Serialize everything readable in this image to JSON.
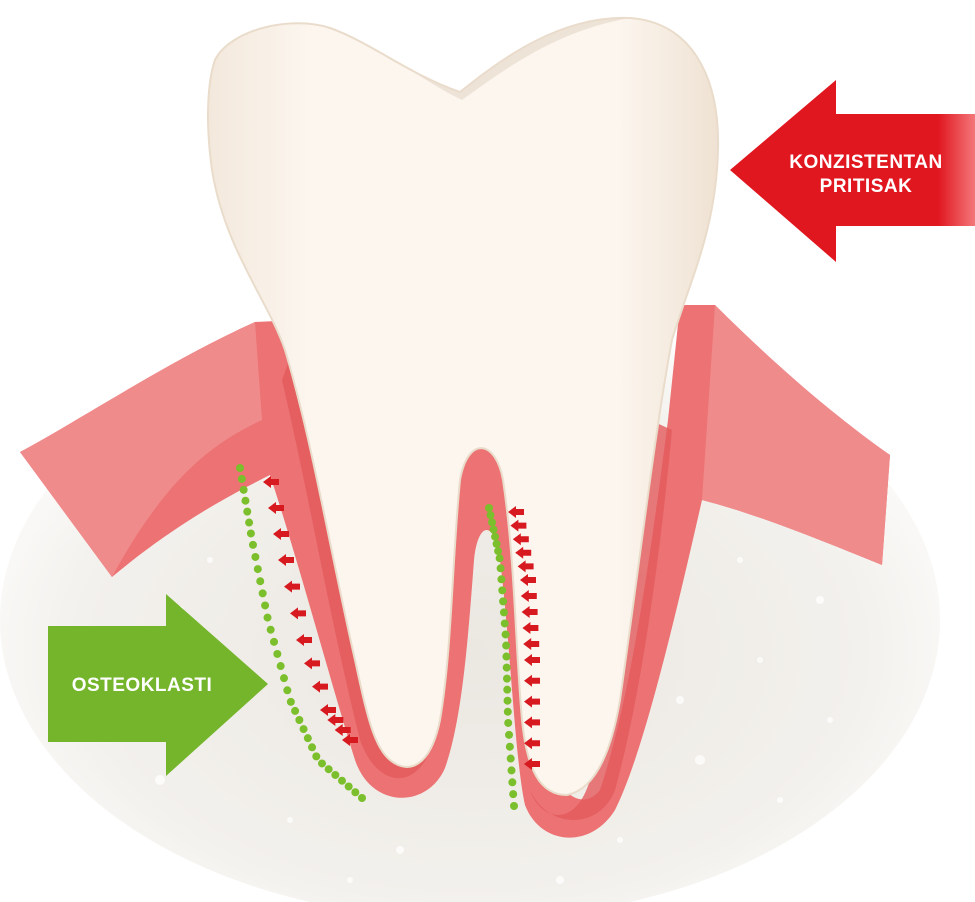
{
  "labels": {
    "pressure_line1": "KONZISTENTAN",
    "pressure_line2": "PRITISAK",
    "osteoclasts": "OSTEOKLASTI"
  },
  "colors": {
    "pressure_arrow": "#e0141e",
    "osteoclast_arrow": "#74b52b",
    "gum": "#ec7273",
    "tooth": "#fbf4ec",
    "bone": "#f2efeb",
    "dotted_line": "#7cbf2c",
    "small_arrows": "#d71920"
  },
  "icons": {
    "pressure_arrow": "arrow-left-icon",
    "osteoclast_arrow": "arrow-right-icon",
    "force_arrows": "small-arrow-left-icon"
  }
}
